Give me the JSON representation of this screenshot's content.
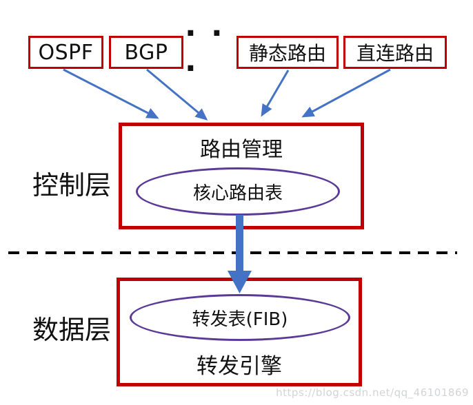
{
  "diagram": {
    "protocol_boxes": [
      {
        "label": "OSPF"
      },
      {
        "label": "BGP"
      },
      {
        "label": "静态路由"
      },
      {
        "label": "直连路由"
      }
    ],
    "ellipsis": "· · ·",
    "layers": {
      "control": {
        "label": "控制层",
        "box_title": "路由管理",
        "ellipse_label": "核心路由表"
      },
      "data": {
        "label": "数据层",
        "ellipse_label": "转发表(FIB)",
        "box_title": "转发引擎"
      }
    },
    "watermark": "https://blog.csdn.net/qq_46101869",
    "colors": {
      "box_border": "#c00000",
      "arrow_blue": "#4472c4",
      "ellipse_border": "#5b3a97",
      "text": "#111111",
      "watermark": "#d2d4d8",
      "separator": "#000000"
    }
  }
}
